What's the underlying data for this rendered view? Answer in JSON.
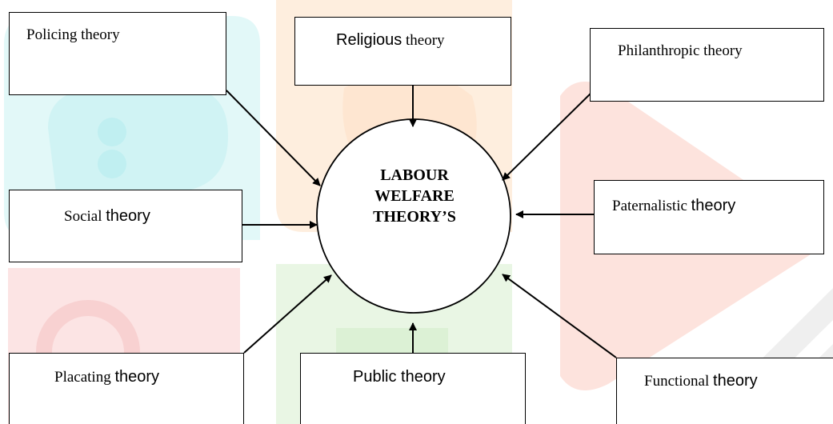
{
  "diagram": {
    "center": {
      "lines": [
        "LABOUR",
        "WELFARE",
        "THEORY’S"
      ]
    },
    "boxes": {
      "policing": {
        "label": "Policing theory"
      },
      "religious": {
        "word": "Religious",
        "suffix": "theory"
      },
      "philanthropic": {
        "label": "Philanthropic theory"
      },
      "social": {
        "word": "Social",
        "suffix": "theory"
      },
      "paternalistic": {
        "word": "Paternalistic",
        "suffix": "theory"
      },
      "placating": {
        "word": "Placating",
        "suffix": "theory"
      },
      "public": {
        "label": "Public theory"
      },
      "functional": {
        "word": "Functional",
        "suffix": "theory"
      }
    }
  },
  "watermark": {
    "colors": [
      "#d9f6f7",
      "#fde7d5",
      "#fadbd8",
      "#e3f3dd",
      "#ebebeb"
    ]
  }
}
